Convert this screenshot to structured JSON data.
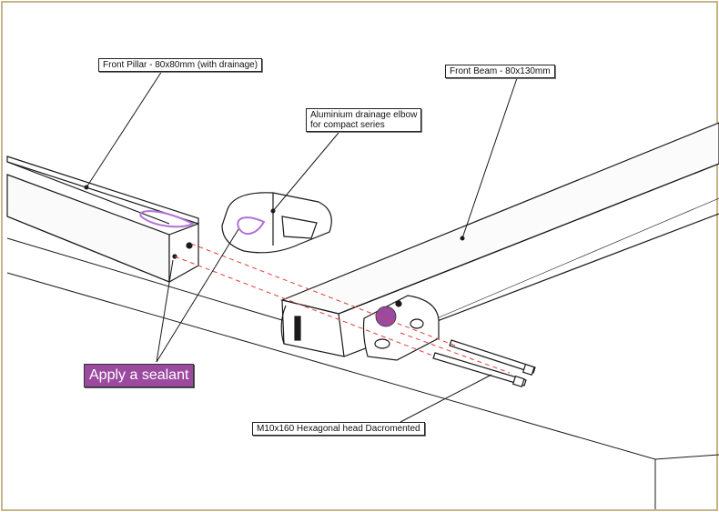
{
  "labels": {
    "front_pillar": "Front Pillar - 80x80mm (with drainage)",
    "front_beam": "Front Beam - 80x130mm",
    "drainage_elbow_line1": "Aluminium drainage elbow",
    "drainage_elbow_line2": "for compact series",
    "sealant": "Apply a sealant",
    "bolt": "M10x160 Hexagonal head Dacromented"
  },
  "colors": {
    "frame": "#c8b48a",
    "line": "#1a1a1a",
    "sealant_fill": "#9b4aa0",
    "sealant_outline": "#b070d8",
    "axis_dash": "#e23b3b"
  }
}
